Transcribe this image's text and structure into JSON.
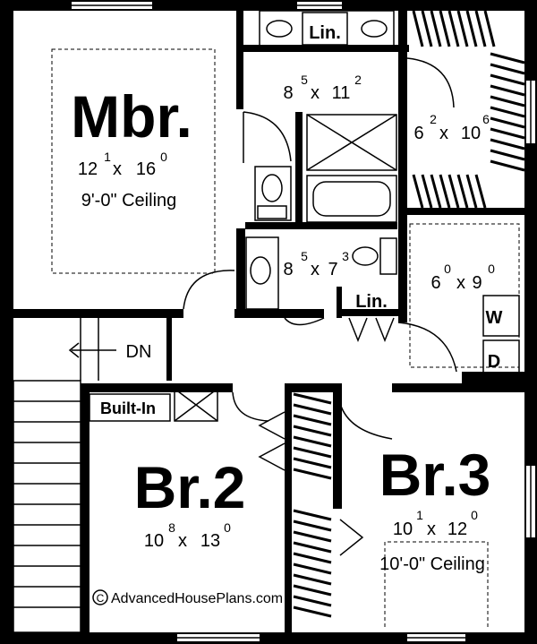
{
  "rooms": {
    "mbr": {
      "name": "Mbr.",
      "w_ft": "12",
      "w_in": "1",
      "sep": "x",
      "d_ft": "16",
      "d_in": "0",
      "ceiling": "9'-0\" Ceiling"
    },
    "bath_master": {
      "w_ft": "8",
      "w_in": "5",
      "sep": "x",
      "d_ft": "11",
      "d_in": "2"
    },
    "closet_master": {
      "w_ft": "6",
      "w_in": "2",
      "sep": "x",
      "d_ft": "10",
      "d_in": "6"
    },
    "bath_hall": {
      "w_ft": "8",
      "w_in": "5",
      "sep": "x",
      "d_ft": "7",
      "d_in": "3"
    },
    "laundry": {
      "w_ft": "6",
      "w_in": "0",
      "sep": "x",
      "d_ft": "9",
      "d_in": "0"
    },
    "br2": {
      "name": "Br.2",
      "w_ft": "10",
      "w_in": "8",
      "sep": "x",
      "d_ft": "13",
      "d_in": "0"
    },
    "br3": {
      "name": "Br.3",
      "w_ft": "10",
      "w_in": "1",
      "sep": "x",
      "d_ft": "12",
      "d_in": "0",
      "ceiling": "10'-0\" Ceiling"
    }
  },
  "labels": {
    "linen_top": "Lin.",
    "linen_hall": "Lin.",
    "washer": "W",
    "dryer": "D",
    "stairs_down": "DN",
    "built_in": "Built-In",
    "copyright_symbol": "C",
    "copyright_text": "AdvancedHousePlans.com"
  }
}
